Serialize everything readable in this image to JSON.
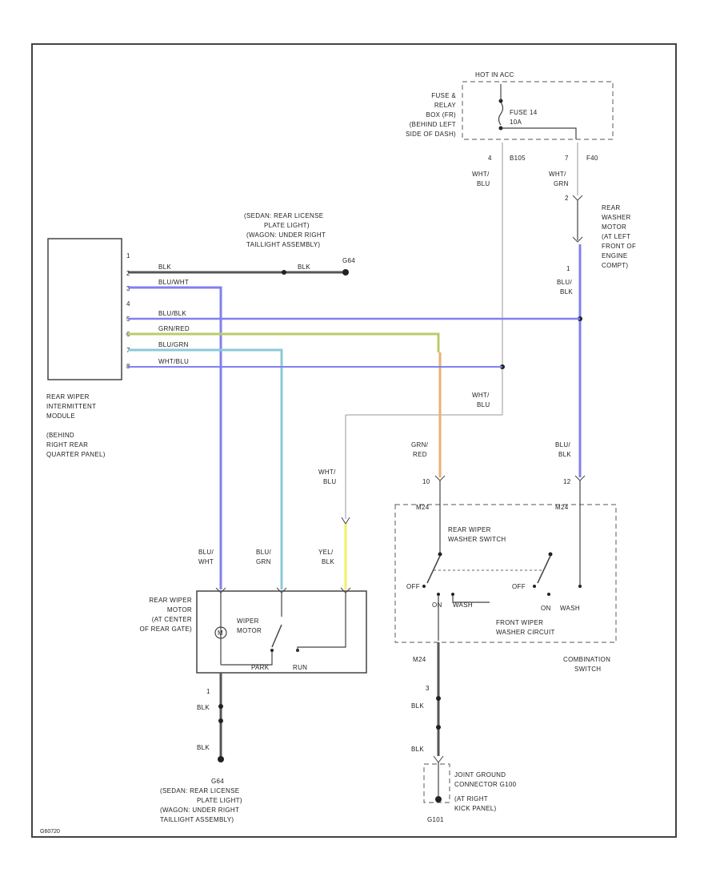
{
  "colors": {
    "blue": "#8080f0",
    "green": "#b8cc6a",
    "orange": "#e8b070",
    "cyan": "#8cc8d8",
    "yellow": "#f0f060",
    "black": "#555555",
    "gray": "#999999"
  },
  "fuse_box": {
    "hot_label": "HOT IN ACC",
    "fuse": "FUSE 14",
    "fuse_rating": "10A",
    "location": [
      "FUSE &",
      "RELAY",
      "BOX (FR)",
      "(BEHIND LEFT",
      "SIDE OF DASH)"
    ],
    "pin_a": "4",
    "pin_a_conn": "B105",
    "pin_b": "7",
    "pin_b_conn": "F40"
  },
  "ground_top": {
    "label": [
      "(SEDAN: REAR LICENSE",
      "PLATE LIGHT)",
      "(WAGON: UNDER RIGHT",
      "TAILLIGHT ASSEMBLY)"
    ],
    "id": "G64"
  },
  "module": {
    "name": [
      "REAR WIPER",
      "INTERMITTENT",
      "MODULE",
      "(BEHIND",
      "RIGHT REAR",
      "QUARTER PANEL)"
    ],
    "pins": [
      "1",
      "2",
      "3",
      "4",
      "5",
      "6",
      "7",
      "8"
    ]
  },
  "wires": {
    "blk": "BLK",
    "blu_wht": "BLU/WHT",
    "blu_blk": "BLU/BLK",
    "grn_red": "GRN/RED",
    "blu_grn": "BLU/GRN",
    "wht_blu": "WHT/BLU",
    "wht_blu_stack": [
      "WHT/",
      "BLU"
    ],
    "blu_blk_stack": [
      "BLU/",
      "BLK"
    ],
    "grn_red_stack": [
      "GRN/",
      "RED"
    ],
    "wht_grn_stack": [
      "WHT/",
      "GRN"
    ],
    "blu_wht_stack": [
      "BLU/",
      "WHT"
    ],
    "blu_grn_stack": [
      "BLU/",
      "GRN"
    ],
    "yel_blk_stack": [
      "YEL/",
      "BLK"
    ]
  },
  "washer_motor": {
    "label": [
      "REAR",
      "WASHER",
      "MOTOR",
      "(AT LEFT",
      "FRONT OF",
      "ENGINE",
      "COMPT)"
    ],
    "pin": "1"
  },
  "wiper_motor": {
    "label": [
      "REAR WIPER",
      "MOTOR",
      "(AT CENTER",
      "OF REAR GATE)"
    ],
    "inner": [
      "WIPER",
      "MOTOR"
    ],
    "park": "PARK",
    "run": "RUN",
    "pin": "1"
  },
  "combination_switch": {
    "title": [
      "REAR WIPER",
      "WASHER SWITCH"
    ],
    "off_1": "OFF",
    "on_1": "ON",
    "wash_1": "WASH",
    "off_2": "OFF",
    "on_2": "ON",
    "wash_2": "WASH",
    "front_circuit": [
      "FRONT WIPER",
      "WASHER CIRCUIT"
    ],
    "name": [
      "COMBINATION",
      "SWITCH"
    ],
    "conn_left": "M24",
    "conn_right": "M24",
    "pin_10": "10",
    "pin_12": "12",
    "pin_3": "3"
  },
  "ground_bottom_left": {
    "label": [
      "(SEDAN: REAR LICENSE",
      "PLATE LIGHT)",
      "(WAGON: UNDER RIGHT",
      "TAILLIGHT ASSEMBLY)"
    ],
    "id": "G64"
  },
  "ground_bottom_right": {
    "label": [
      "JOINT GROUND",
      "CONNECTOR G100",
      "(AT RIGHT",
      "KICK PANEL)"
    ],
    "id": "G101"
  },
  "figure_id": "G60720"
}
